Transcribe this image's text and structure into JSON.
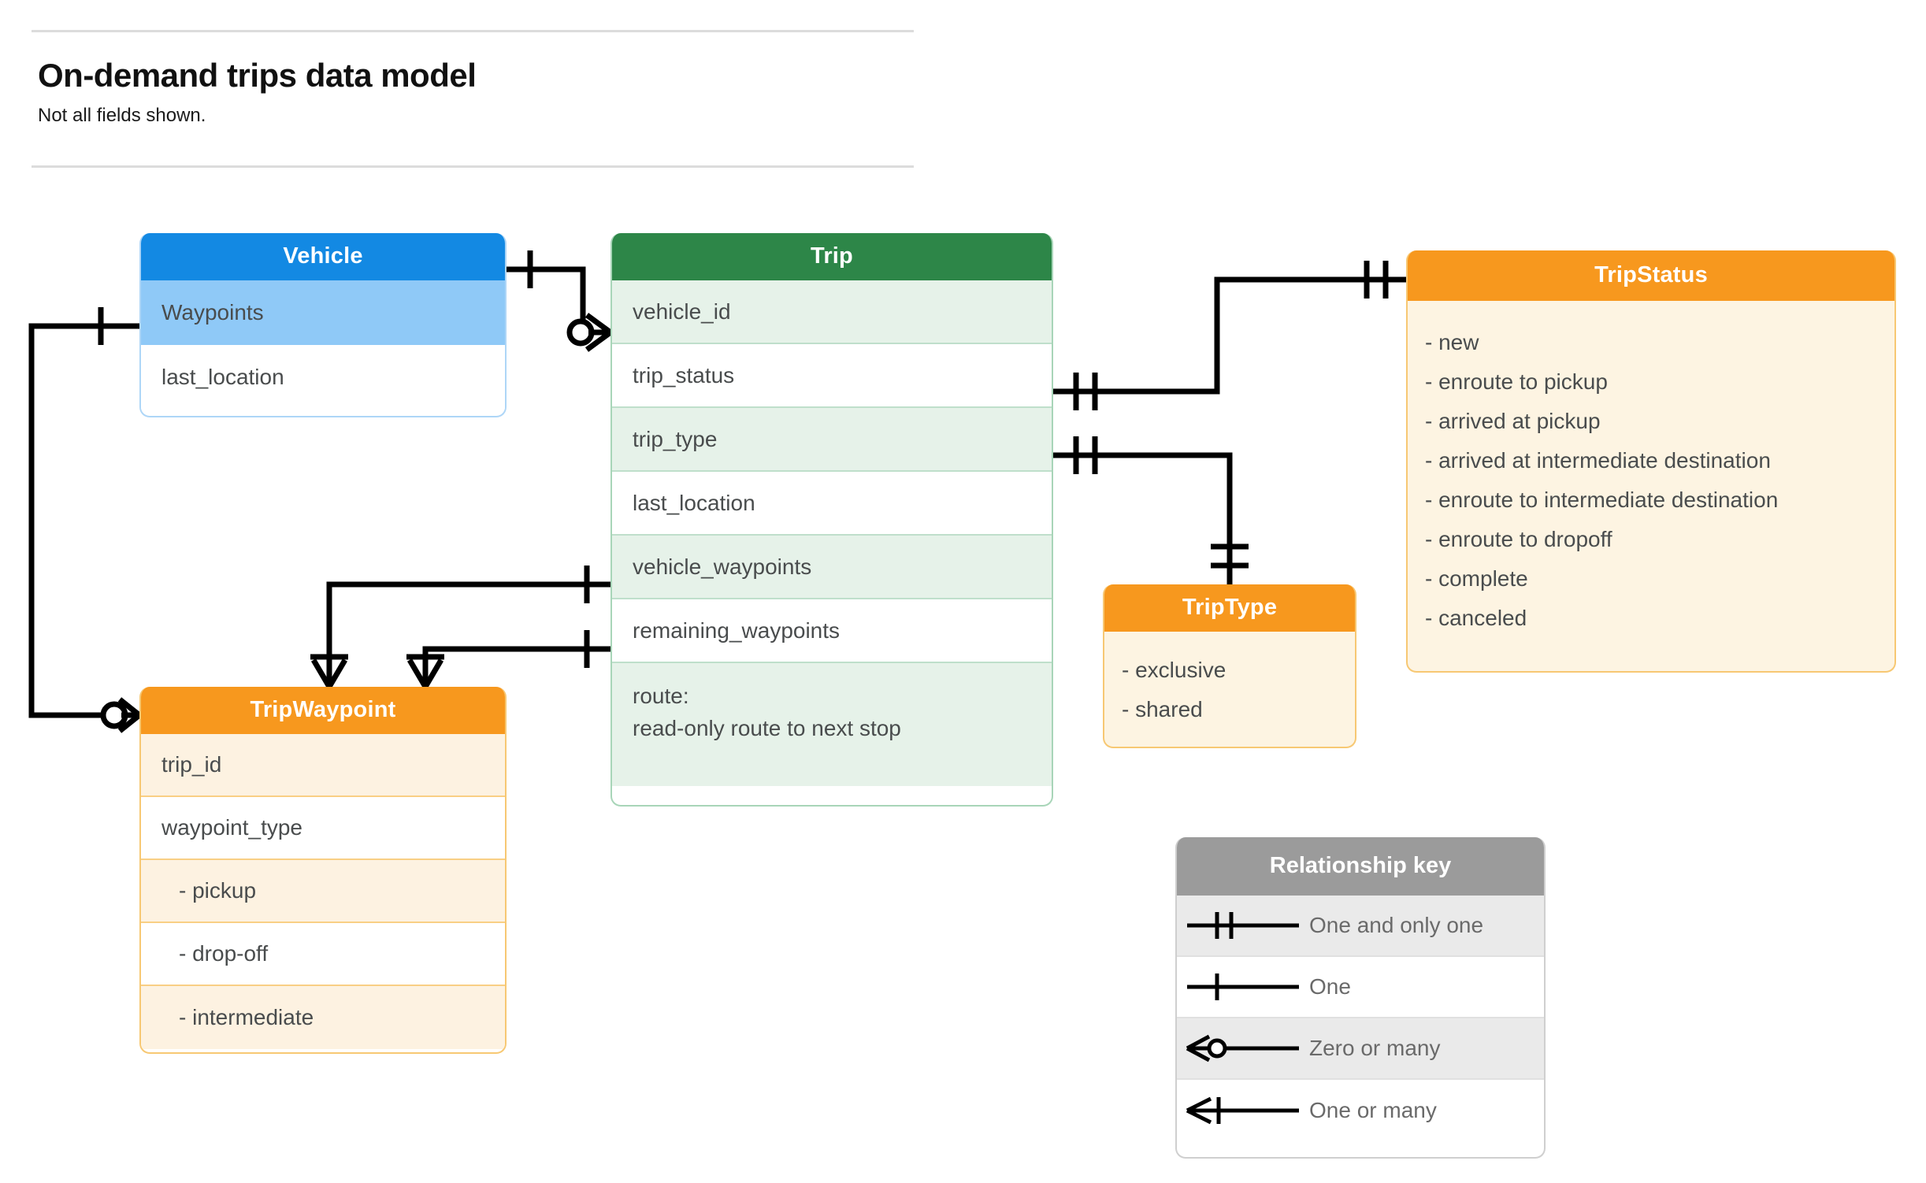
{
  "header": {
    "title": "On-demand trips data model",
    "subtitle": "Not all fields shown."
  },
  "entities": {
    "vehicle": {
      "name": "Vehicle",
      "color": "#1389e3",
      "fields": [
        "Waypoints",
        "last_location"
      ]
    },
    "trip": {
      "name": "Trip",
      "color": "#2d8648",
      "fields": [
        "vehicle_id",
        "trip_status",
        "trip_type",
        "last_location",
        "vehicle_waypoints",
        "remaining_waypoints"
      ],
      "route_label": "route:",
      "route_desc": "read-only route to next stop"
    },
    "trip_status": {
      "name": "TripStatus",
      "color": "#f7981e",
      "values": [
        "- new",
        "- enroute to pickup",
        "- arrived at pickup",
        "- arrived at intermediate destination",
        "- enroute to intermediate destination",
        "- enroute to dropoff",
        "- complete",
        "- canceled"
      ]
    },
    "trip_type": {
      "name": "TripType",
      "color": "#f7981e",
      "values": [
        "- exclusive",
        "- shared"
      ]
    },
    "trip_waypoint": {
      "name": "TripWaypoint",
      "color": "#f7981e",
      "fields": [
        "trip_id",
        "waypoint_type"
      ],
      "waypoint_types": [
        "-  pickup",
        "-  drop-off",
        "-  intermediate"
      ]
    }
  },
  "legend": {
    "title": "Relationship key",
    "rows": [
      {
        "symbol": "one-and-only-one",
        "label": "One and only one"
      },
      {
        "symbol": "one",
        "label": "One"
      },
      {
        "symbol": "zero-or-many",
        "label": "Zero or many"
      },
      {
        "symbol": "one-or-many",
        "label": "One or many"
      }
    ]
  },
  "relationships": [
    {
      "from": "Vehicle",
      "from_card": "one",
      "to": "Trip.vehicle_id",
      "to_card": "zero-or-many"
    },
    {
      "from": "Trip.trip_status",
      "from_card": "one-and-only-one",
      "to": "TripStatus",
      "to_card": "one-and-only-one"
    },
    {
      "from": "Trip.trip_type",
      "from_card": "one-and-only-one",
      "to": "TripType",
      "to_card": "one-and-only-one"
    },
    {
      "from": "Trip.vehicle_waypoints",
      "from_card": "one",
      "to": "TripWaypoint",
      "to_card": "one-or-many"
    },
    {
      "from": "Trip.remaining_waypoints",
      "from_card": "one",
      "to": "TripWaypoint",
      "to_card": "one-or-many"
    },
    {
      "from": "Vehicle.Waypoints",
      "from_card": "one",
      "to": "TripWaypoint",
      "to_card": "zero-or-many"
    }
  ]
}
